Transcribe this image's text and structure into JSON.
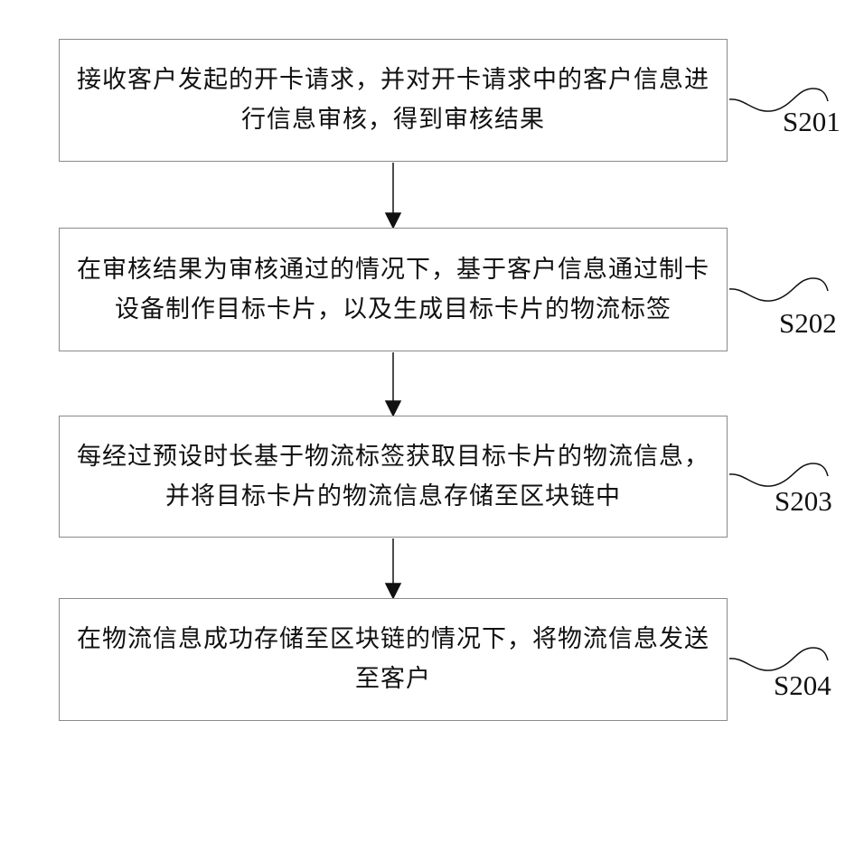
{
  "steps": [
    {
      "id": "S201",
      "text": "接收客户发起的开卡请求，并对开卡请求中的客户信息进行信息审核，得到审核结果"
    },
    {
      "id": "S202",
      "text": "在审核结果为审核通过的情况下，基于客户信息通过制卡设备制作目标卡片，以及生成目标卡片的物流标签"
    },
    {
      "id": "S203",
      "text": "每经过预设时长基于物流标签获取目标卡片的物流信息，并将目标卡片的物流信息存储至区块链中"
    },
    {
      "id": "S204",
      "text": "在物流信息成功存储至区块链的情况下，将物流信息发送至客户"
    }
  ]
}
